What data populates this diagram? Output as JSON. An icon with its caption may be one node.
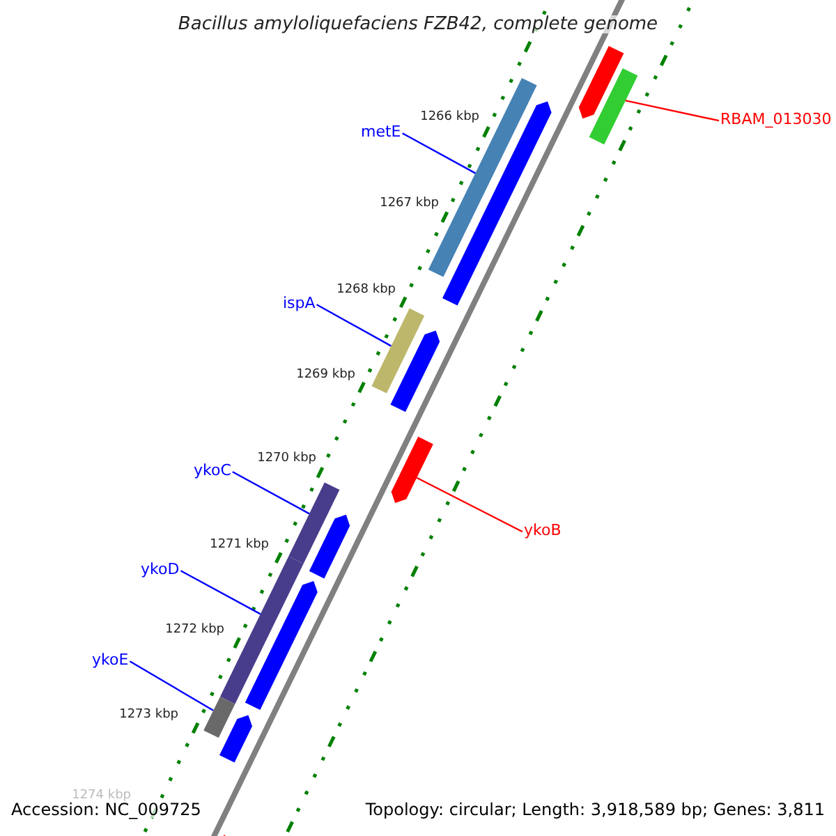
{
  "diagram": {
    "title": "Bacillus amyloliquefaciens FZB42, complete genome",
    "nodes": [
      {
        "text": [
          "RBAM_013030"
        ]
      },
      {
        "text": [],
        "shape": "bar"
      },
      {
        "text": [
          "metE"
        ]
      },
      {
        "text": [],
        "shape": "bar"
      },
      {
        "text": [
          "ispA"
        ]
      },
      {
        "text": [],
        "shape": "bar"
      },
      {
        "text": [
          "ykoC"
        ]
      },
      {
        "text": [],
        "shape": "bar"
      },
      {
        "text": [
          "ykoB"
        ]
      },
      {
        "text": [],
        "shape": "bar"
      },
      {
        "text": [
          "ykoD"
        ]
      },
      {
        "text": [],
        "shape": "bar"
      },
      {
        "text": [
          "ykoE"
        ]
      },
      {
        "text": [],
        "shape": "bar"
      },
      {
        "text": [],
        "shape": "bar"
      },
      {
        "text": [],
        "shape": "bar"
      },
      {
        "text": [],
        "shape": "bar"
      },
      {
        "text": [],
        "shape": "bar"
      },
      {
        "text": [],
        "shape": "bar"
      },
      {
        "text": [],
        "shape": "bar"
      },
      {
        "text": [],
        "shape": "bar"
      }
    ],
    "edges": [
      {
        "from": 0,
        "to": 1,
        "arrow": "none",
        "color": "#ff0000"
      },
      {
        "from": 2,
        "to": 3,
        "arrow": "none"
      },
      {
        "from": 4,
        "to": 5,
        "arrow": "none"
      },
      {
        "from": 6,
        "to": 7,
        "arrow": "none"
      },
      {
        "from": 8,
        "to": 9,
        "arrow": "none",
        "color": "#ff0000"
      },
      {
        "from": 10,
        "to": 11,
        "arrow": "none"
      },
      {
        "from": 12,
        "to": 13,
        "arrow": "none"
      }
    ],
    "labels": [
      "1266 kbp",
      "1267 kbp",
      "1268 kbp",
      "1269 kbp",
      "1270 kbp",
      "1271 kbp",
      "1272 kbp",
      "1273 kbp",
      "1274 kbp",
      "Accession: NC_009725",
      "Topology: circular; Length: 3,918,589 bp; Genes: 3,811"
    ]
  }
}
